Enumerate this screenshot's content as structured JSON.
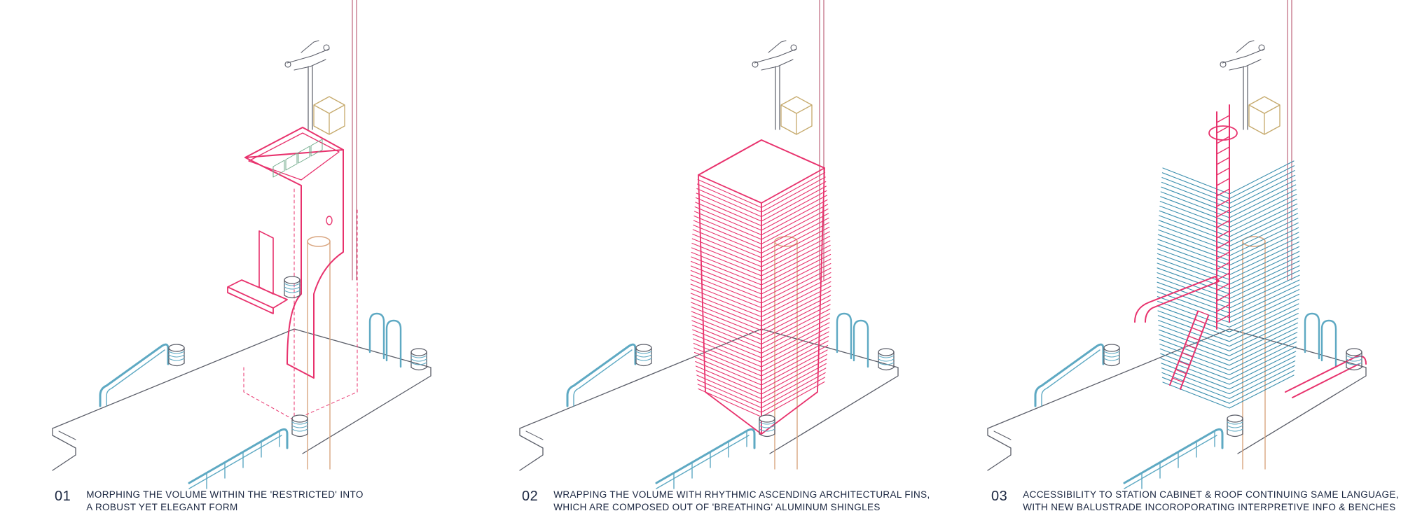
{
  "colors": {
    "structure": "#e8326d",
    "railing": "#5ea9c3",
    "fins_blue": "#3c8fae",
    "outline": "#5a5d68",
    "pipe": "#d9a57f",
    "cabinet": "#c5a96b",
    "mast": "#b9566f",
    "roof_items": "#6fa98a",
    "text": "#1a2640"
  },
  "panels": [
    {
      "number": "01",
      "caption_line1": "MORPHING THE VOLUME WITHIN THE 'RESTRICTED' INTO",
      "caption_line2": "A ROBUST YET ELEGANT FORM"
    },
    {
      "number": "02",
      "caption_line1": "WRAPPING THE VOLUME WITH RHYTHMIC ASCENDING ARCHITECTURAL FINS,",
      "caption_line2": "WHICH ARE COMPOSED OUT OF 'BREATHING' ALUMINUM SHINGLES"
    },
    {
      "number": "03",
      "caption_line1": "ACCESSIBILITY TO STATION CABINET & ROOF CONTINUING SAME LANGUAGE,",
      "caption_line2": "WITH NEW BALUSTRADE INCOROPORATING INTERPRETIVE INFO & BENCHES"
    }
  ]
}
